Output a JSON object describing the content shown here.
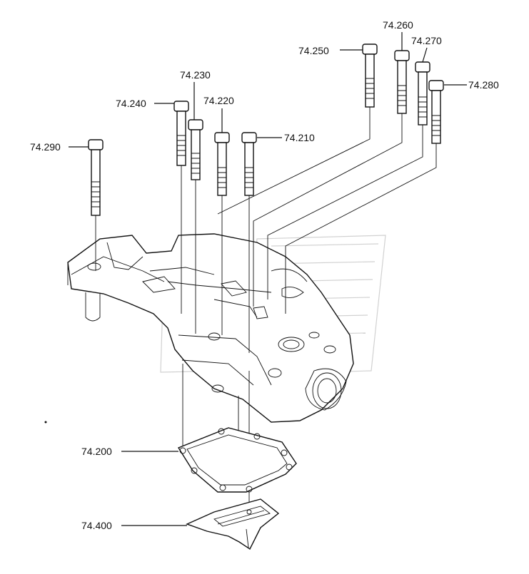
{
  "callouts": {
    "p74_200": "74.200",
    "p74_210": "74.210",
    "p74_220": "74.220",
    "p74_230": "74.230",
    "p74_240": "74.240",
    "p74_250": "74.250",
    "p74_260": "74.260",
    "p74_270": "74.270",
    "p74_280": "74.280",
    "p74_290": "74.290",
    "p74_400": "74.400"
  }
}
